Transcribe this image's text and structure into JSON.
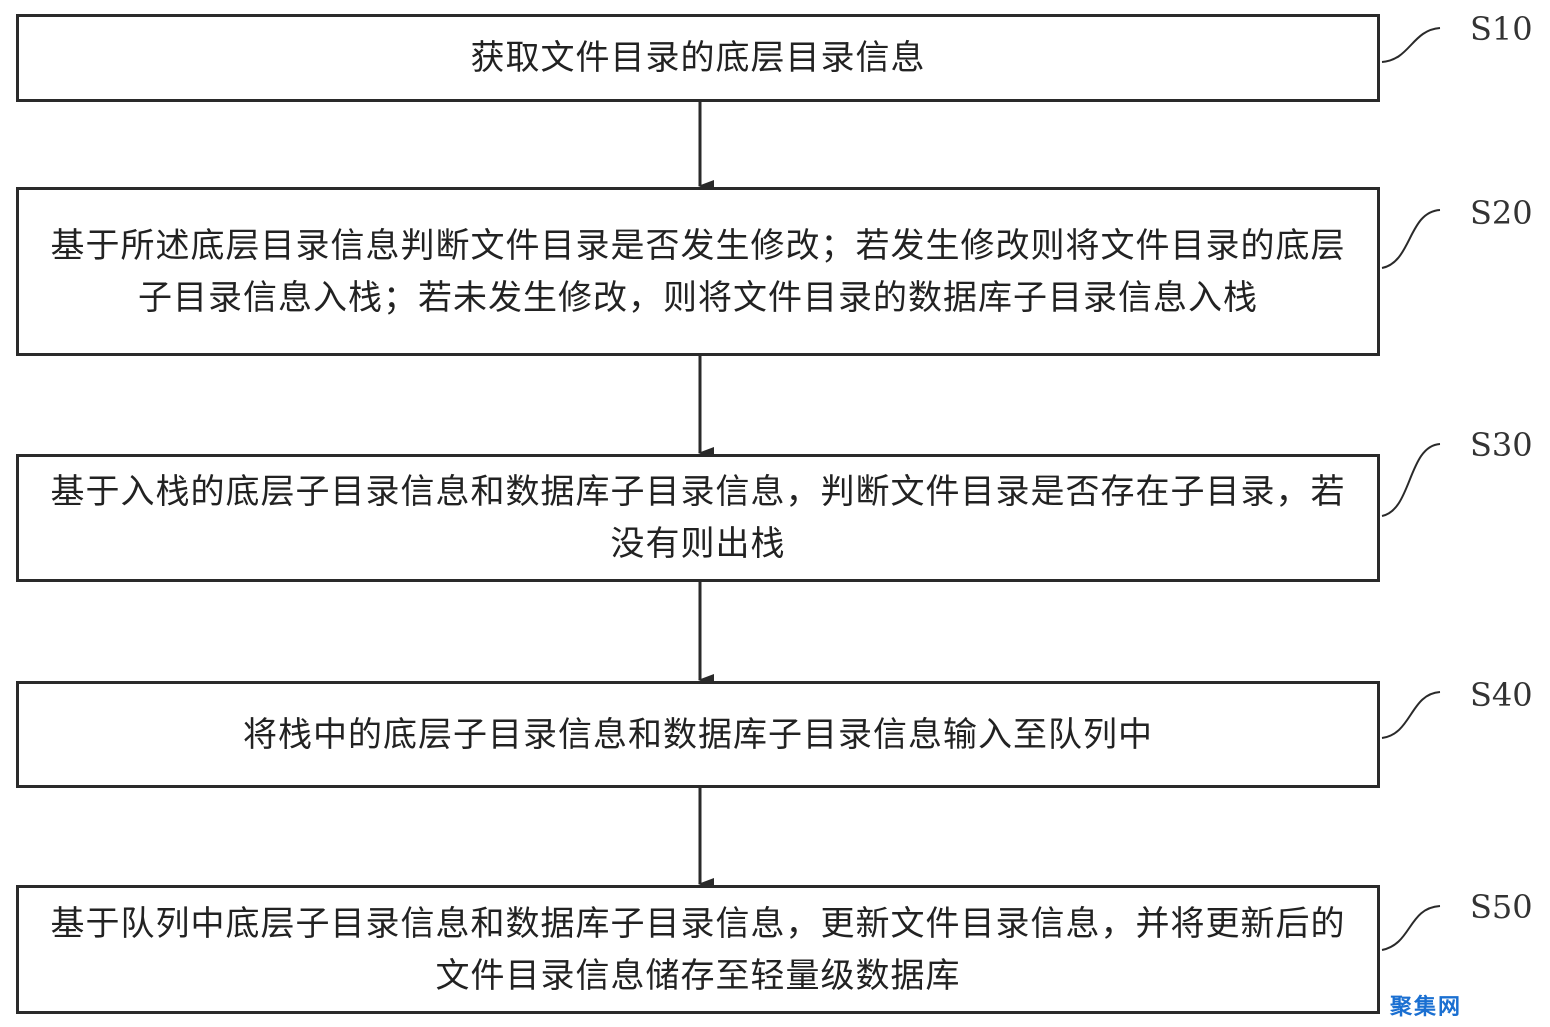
{
  "steps": [
    {
      "id": "S10",
      "text": "获取文件目录的底层目录信息"
    },
    {
      "id": "S20",
      "text": "基于所述底层目录信息判断文件目录是否发生修改；若发生修改则将文件目录的底层子目录信息入栈；若未发生修改，则将文件目录的数据库子目录信息入栈"
    },
    {
      "id": "S30",
      "text": "基于入栈的底层子目录信息和数据库子目录信息，判断文件目录是否存在子目录，若没有则出栈"
    },
    {
      "id": "S40",
      "text": "将栈中的底层子目录信息和数据库子目录信息输入至队列中"
    },
    {
      "id": "S50",
      "text": "基于队列中底层子目录信息和数据库子目录信息，更新文件目录信息，并将更新后的文件目录信息储存至轻量级数据库"
    }
  ],
  "watermark": "聚集网",
  "colors": {
    "line": "#2a2a2a",
    "watermark": "#1a6fd1"
  }
}
